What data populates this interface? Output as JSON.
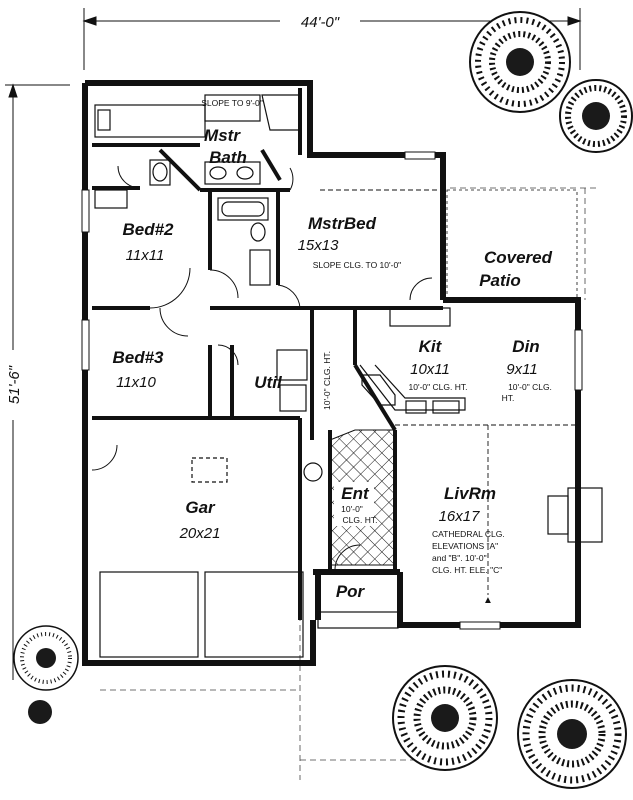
{
  "dimensions": {
    "width_label": "44'-0\"",
    "depth_label": "51'-6\""
  },
  "rooms": {
    "master_bath": {
      "name_line1": "Mstr",
      "name_line2": "Bath",
      "note": "SLOPE TO 9'-0\""
    },
    "master_bed": {
      "name": "MstrBed",
      "size": "15x13",
      "note": "SLOPE CLG. TO 10'-0\""
    },
    "bed2": {
      "name": "Bed#2",
      "size": "11x11"
    },
    "bed3": {
      "name": "Bed#3",
      "size": "11x10"
    },
    "utility": {
      "name": "Util"
    },
    "hall": {
      "note": "10'-0\" CLG. HT."
    },
    "kitchen": {
      "name": "Kit",
      "size": "10x11",
      "note": "10'-0\" CLG. HT."
    },
    "dining": {
      "name": "Din",
      "size": "9x11",
      "note_line1": "10'-0\" CLG.",
      "note_line2": "HT."
    },
    "covered_patio": {
      "name_line1": "Covered",
      "name_line2": "Patio"
    },
    "garage": {
      "name": "Gar",
      "size": "20x21"
    },
    "entry": {
      "name": "Ent",
      "note_line1": "10'-0\"",
      "note_line2": "CLG. HT."
    },
    "living": {
      "name": "LivRm",
      "size": "16x17",
      "note_line1": "CATHEDRAL CLG.",
      "note_line2": "ELEVATIONS \"A\"",
      "note_line3": "and \"B\". 10'-0\"",
      "note_line4": "CLG. HT. ELE. \"C\""
    },
    "porch": {
      "name": "Por"
    }
  },
  "colors": {
    "ink": "#111111",
    "paper": "#ffffff",
    "shrub": "#1a1a1a"
  }
}
